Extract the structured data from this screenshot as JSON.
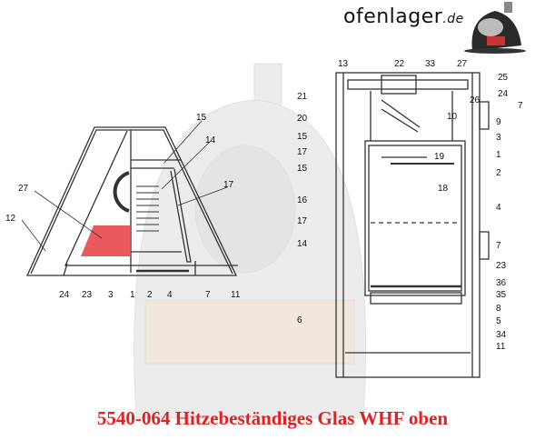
{
  "logo": {
    "name": "ofenlager",
    "tld": ".de"
  },
  "title": "5540-064 Hitzebeständiges Glas WHF oben",
  "colors": {
    "highlight": "#e8474a",
    "title": "#e41f1f",
    "line": "#333333",
    "watermark": "#e6e6e6"
  },
  "left_diagram": {
    "labels": [
      "15",
      "14",
      "17",
      "27",
      "12",
      "24",
      "23",
      "3",
      "1",
      "2",
      "4",
      "7",
      "11"
    ]
  },
  "right_diagram": {
    "labels": [
      "13",
      "22",
      "33",
      "27",
      "25",
      "24",
      "7",
      "26",
      "10",
      "21",
      "20",
      "15",
      "9",
      "3",
      "17",
      "19",
      "15",
      "1",
      "18",
      "2",
      "16",
      "17",
      "4",
      "14",
      "7",
      "23",
      "36",
      "35",
      "8",
      "6",
      "5",
      "34",
      "11"
    ]
  }
}
